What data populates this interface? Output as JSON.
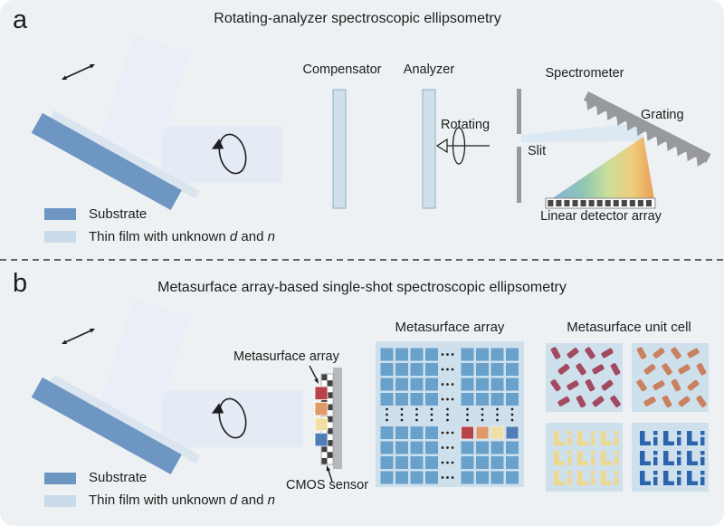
{
  "figure": {
    "panel_a": {
      "label": "a",
      "title": "Rotating-analyzer spectroscopic ellipsometry",
      "components": {
        "compensator": "Compensator",
        "analyzer": "Analyzer",
        "rotating": "Rotating",
        "spectrometer": "Spectrometer",
        "slit": "Slit",
        "grating": "Grating",
        "detector": "Linear detector array"
      },
      "legend": {
        "substrate": "Substrate",
        "film_prefix": "Thin film with unknown ",
        "film_var1": "d",
        "film_mid": " and ",
        "film_var2": "n"
      }
    },
    "panel_b": {
      "label": "b",
      "title": "Metasurface array-based single-shot spectroscopic ellipsometry",
      "device_label": "Metasurface array",
      "cmos_label": "CMOS sensor",
      "array_title": "Metasurface array",
      "unit_cell_title": "Metasurface unit cell",
      "legend": {
        "substrate": "Substrate",
        "film_prefix": "Thin film with unknown ",
        "film_var1": "d",
        "film_mid": " and ",
        "film_var2": "n"
      }
    },
    "colors": {
      "card": "#eef1f3",
      "ink": "#1e1e1e",
      "beam_incident": "#e9eef7",
      "beam_reflected": "#e4ebf4",
      "substrate": "#6d96c3",
      "sample_film": "#dbe5f0",
      "film_legend": "#c9dbea",
      "optic_fill": "#cfe0eb",
      "optic_border": "#93abbc",
      "gray": "#97999c",
      "cmos_gray": "#b6b9bb",
      "slit_beam": "#dce8f2",
      "panel_bg": "#cfe0ed",
      "detector_dark": "#474747",
      "spec1": "#85b0da",
      "spec2": "#8fc7b3",
      "spec3": "#ccdf9a",
      "spec4": "#eecd7d",
      "spec5": "#eb9f55"
    },
    "metasurface_array": {
      "bg": "#cfe0ed",
      "cell_color": "#68a1cb",
      "highlight_colors": [
        "#b8434a",
        "#e09a68",
        "#efdfa3",
        "#4f7fb5"
      ]
    },
    "unit_cells": [
      {
        "type": "rods",
        "color": "#a24a5f"
      },
      {
        "type": "rods",
        "color": "#ca8160"
      },
      {
        "type": "li",
        "color": "#eed88f"
      },
      {
        "type": "li",
        "color": "#2d64ae"
      }
    ]
  }
}
